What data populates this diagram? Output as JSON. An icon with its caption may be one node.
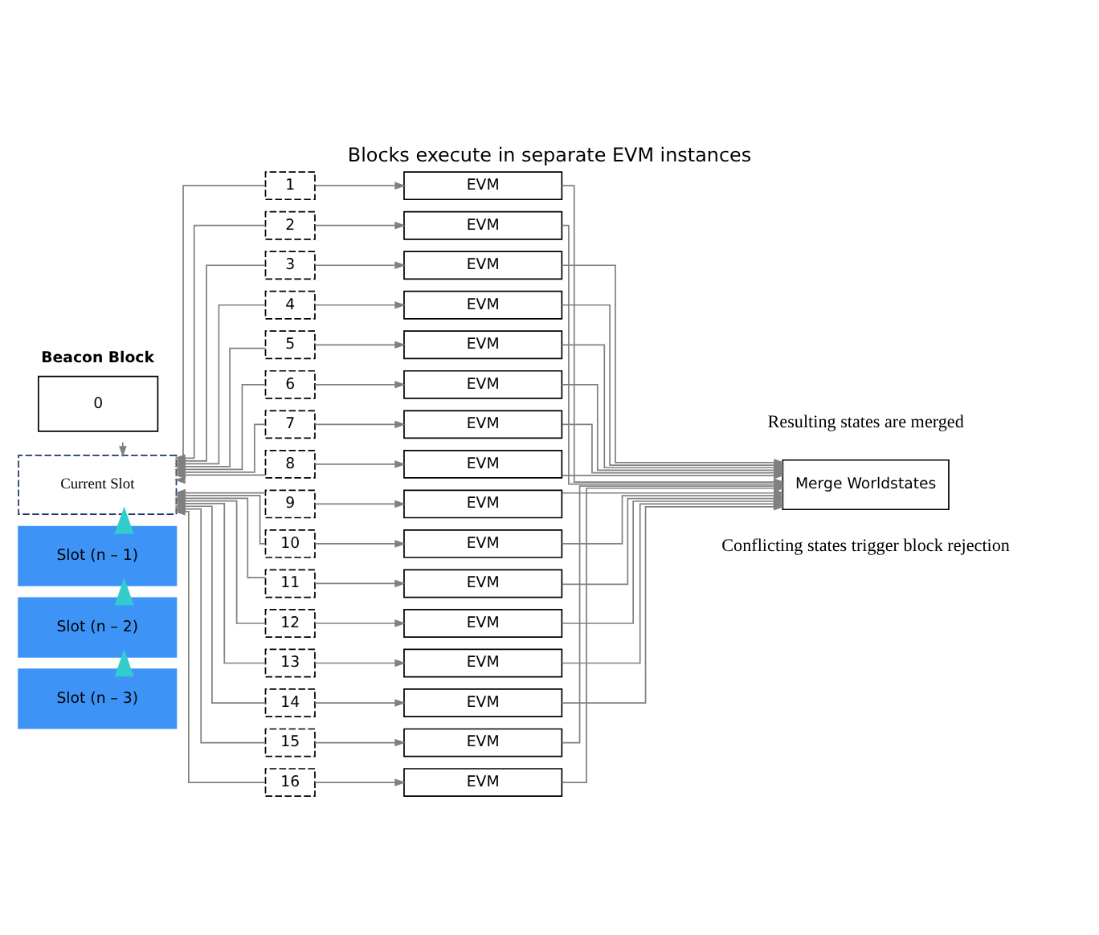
{
  "diagram": {
    "title": "Blocks execute in separate EVM instances",
    "nodes": [
      {
        "text": [
          "Beacon Block",
          "0"
        ]
      },
      {
        "text": [
          "Current Slot"
        ]
      },
      {
        "text": [
          "Slot (n – 1)"
        ]
      },
      {
        "text": [
          "Slot (n – 2)"
        ]
      },
      {
        "text": [
          "Slot (n – 3)"
        ]
      },
      {
        "text": [
          "1"
        ]
      },
      {
        "text": [
          "2"
        ]
      },
      {
        "text": [
          "3"
        ]
      },
      {
        "text": [
          "4"
        ]
      },
      {
        "text": [
          "5"
        ]
      },
      {
        "text": [
          "6"
        ]
      },
      {
        "text": [
          "7"
        ]
      },
      {
        "text": [
          "8"
        ]
      },
      {
        "text": [
          "9"
        ]
      },
      {
        "text": [
          "10"
        ]
      },
      {
        "text": [
          "11"
        ]
      },
      {
        "text": [
          "12"
        ]
      },
      {
        "text": [
          "13"
        ]
      },
      {
        "text": [
          "14"
        ]
      },
      {
        "text": [
          "15"
        ]
      },
      {
        "text": [
          "16"
        ]
      },
      {
        "text": [
          "EVM"
        ]
      },
      {
        "text": [
          "EVM"
        ]
      },
      {
        "text": [
          "EVM"
        ]
      },
      {
        "text": [
          "EVM"
        ]
      },
      {
        "text": [
          "EVM"
        ]
      },
      {
        "text": [
          "EVM"
        ]
      },
      {
        "text": [
          "EVM"
        ]
      },
      {
        "text": [
          "EVM"
        ]
      },
      {
        "text": [
          "EVM"
        ]
      },
      {
        "text": [
          "EVM"
        ]
      },
      {
        "text": [
          "EVM"
        ]
      },
      {
        "text": [
          "EVM"
        ]
      },
      {
        "text": [
          "EVM"
        ]
      },
      {
        "text": [
          "EVM"
        ]
      },
      {
        "text": [
          "EVM"
        ]
      },
      {
        "text": [
          "EVM"
        ]
      },
      {
        "text": [
          "Merge Worldstates"
        ]
      }
    ],
    "edges": [
      {
        "from": 0,
        "to": 1,
        "arrow": "to"
      },
      {
        "from": 2,
        "to": 1,
        "arrow": "to",
        "style": "thick",
        "color": "#33cccc"
      },
      {
        "from": 3,
        "to": 2,
        "arrow": "to",
        "style": "thick",
        "color": "#33cccc"
      },
      {
        "from": 4,
        "to": 3,
        "arrow": "to",
        "style": "thick",
        "color": "#33cccc"
      },
      {
        "from": 5,
        "to": 21,
        "arrow": "to"
      },
      {
        "from": 6,
        "to": 22,
        "arrow": "to"
      },
      {
        "from": 7,
        "to": 23,
        "arrow": "to"
      },
      {
        "from": 8,
        "to": 24,
        "arrow": "to"
      },
      {
        "from": 9,
        "to": 25,
        "arrow": "to"
      },
      {
        "from": 10,
        "to": 26,
        "arrow": "to"
      },
      {
        "from": 11,
        "to": 27,
        "arrow": "to"
      },
      {
        "from": 12,
        "to": 28,
        "arrow": "to"
      },
      {
        "from": 13,
        "to": 29,
        "arrow": "to"
      },
      {
        "from": 14,
        "to": 30,
        "arrow": "to"
      },
      {
        "from": 15,
        "to": 31,
        "arrow": "to"
      },
      {
        "from": 16,
        "to": 32,
        "arrow": "to"
      },
      {
        "from": 17,
        "to": 33,
        "arrow": "to"
      },
      {
        "from": 18,
        "to": 34,
        "arrow": "to"
      },
      {
        "from": 19,
        "to": 35,
        "arrow": "to"
      },
      {
        "from": 20,
        "to": 36,
        "arrow": "to"
      },
      {
        "from": 5,
        "to": 1,
        "arrow": "to"
      },
      {
        "from": 6,
        "to": 1,
        "arrow": "to"
      },
      {
        "from": 7,
        "to": 1,
        "arrow": "to"
      },
      {
        "from": 8,
        "to": 1,
        "arrow": "to"
      },
      {
        "from": 9,
        "to": 1,
        "arrow": "to"
      },
      {
        "from": 10,
        "to": 1,
        "arrow": "to"
      },
      {
        "from": 11,
        "to": 1,
        "arrow": "to"
      },
      {
        "from": 12,
        "to": 1,
        "arrow": "to"
      },
      {
        "from": 13,
        "to": 1,
        "arrow": "to"
      },
      {
        "from": 14,
        "to": 1,
        "arrow": "to"
      },
      {
        "from": 15,
        "to": 1,
        "arrow": "to"
      },
      {
        "from": 16,
        "to": 1,
        "arrow": "to"
      },
      {
        "from": 17,
        "to": 1,
        "arrow": "to"
      },
      {
        "from": 18,
        "to": 1,
        "arrow": "to"
      },
      {
        "from": 19,
        "to": 1,
        "arrow": "to"
      },
      {
        "from": 20,
        "to": 1,
        "arrow": "to"
      },
      {
        "from": 21,
        "to": 37,
        "arrow": "to"
      },
      {
        "from": 22,
        "to": 37,
        "arrow": "to"
      },
      {
        "from": 23,
        "to": 37,
        "arrow": "to"
      },
      {
        "from": 24,
        "to": 37,
        "arrow": "to"
      },
      {
        "from": 25,
        "to": 37,
        "arrow": "to"
      },
      {
        "from": 26,
        "to": 37,
        "arrow": "to"
      },
      {
        "from": 27,
        "to": 37,
        "arrow": "to"
      },
      {
        "from": 28,
        "to": 37,
        "arrow": "to"
      },
      {
        "from": 29,
        "to": 37,
        "arrow": "to"
      },
      {
        "from": 30,
        "to": 37,
        "arrow": "to"
      },
      {
        "from": 31,
        "to": 37,
        "arrow": "to"
      },
      {
        "from": 32,
        "to": 37,
        "arrow": "to"
      },
      {
        "from": 33,
        "to": 37,
        "arrow": "to"
      },
      {
        "from": 34,
        "to": 37,
        "arrow": "to"
      },
      {
        "from": 35,
        "to": 37,
        "arrow": "to"
      },
      {
        "from": 36,
        "to": 37,
        "arrow": "to"
      }
    ],
    "labels": [
      "Resulting states are merged",
      "Conflicting states trigger block rejection"
    ]
  }
}
